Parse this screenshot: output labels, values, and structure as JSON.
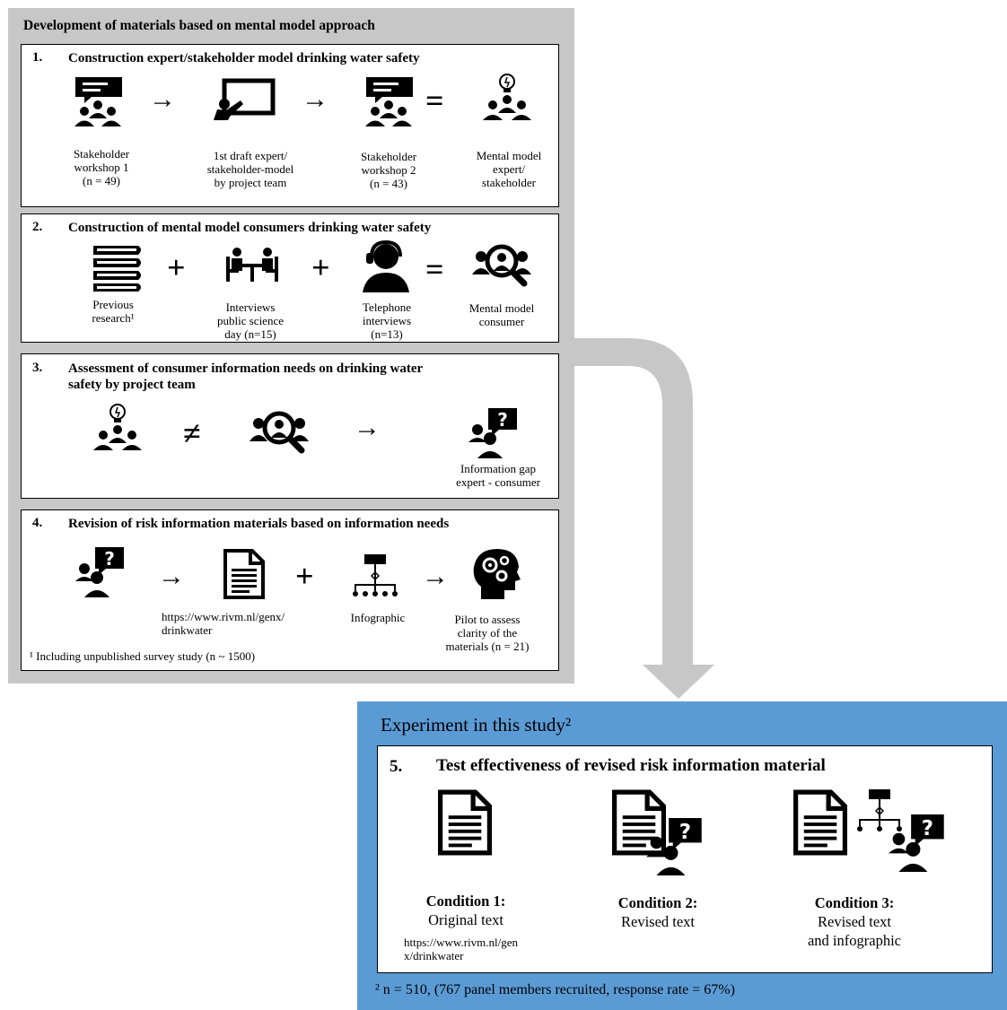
{
  "title": "Development of materials based on mental model approach",
  "section1": {
    "num": "1.",
    "title": "Construction expert/stakeholder model drinking water safety",
    "cap_a": [
      "Stakeholder",
      "workshop 1",
      "(n = 49)"
    ],
    "cap_b": [
      "1st draft expert/",
      "stakeholder-model",
      "by project team"
    ],
    "cap_c": [
      "Stakeholder",
      "workshop 2",
      "(n = 43)"
    ],
    "cap_d": [
      "Mental model",
      "expert/",
      "stakeholder"
    ]
  },
  "section2": {
    "num": "2.",
    "title": "Construction of mental model consumers drinking water safety",
    "cap_a": [
      "Previous",
      "research¹"
    ],
    "cap_b": [
      "Interviews",
      "public science",
      "day (n=15)"
    ],
    "cap_c": [
      "Telephone",
      "interviews",
      "(n=13)"
    ],
    "cap_d": [
      "Mental model",
      "consumer"
    ]
  },
  "section3": {
    "num": "3.",
    "title_line1": "Assessment of consumer information needs on drinking water",
    "title_line2": "safety by project team",
    "cap": [
      "Information gap",
      "expert - consumer"
    ]
  },
  "section4": {
    "num": "4.",
    "title": "Revision of risk information materials  based on information needs",
    "cap_a": [
      "https://www.rivm.nl/genx/",
      "drinkwater"
    ],
    "cap_b": "Infographic",
    "cap_c": [
      "Pilot to assess",
      "clarity of the",
      "materials (n = 21)"
    ],
    "footnote": "¹ Including unpublished survey study (n ~ 1500)"
  },
  "experiment": {
    "title": "Experiment in this study²",
    "num": "5.",
    "box_title": "Test effectiveness of revised risk information material",
    "cond1_title": "Condition 1:",
    "cond1_text": "Original text",
    "cond1_url": [
      "https://www.rivm.nl/gen",
      "x/drinkwater"
    ],
    "cond2_title": "Condition 2:",
    "cond2_text": "Revised text",
    "cond3_title": "Condition 3:",
    "cond3_text": [
      "Revised text",
      "and infographic"
    ],
    "footnote": "² n = 510, (767 panel members recruited, response rate = 67%)"
  },
  "symbols": {
    "arrow": "→",
    "plus": "+",
    "equals": "=",
    "not_equal": "≠"
  },
  "colors": {
    "outer_panel": "#c7c7c7",
    "experiment_panel": "#5b9bd5",
    "connector_arrow": "#c7c7c7"
  }
}
